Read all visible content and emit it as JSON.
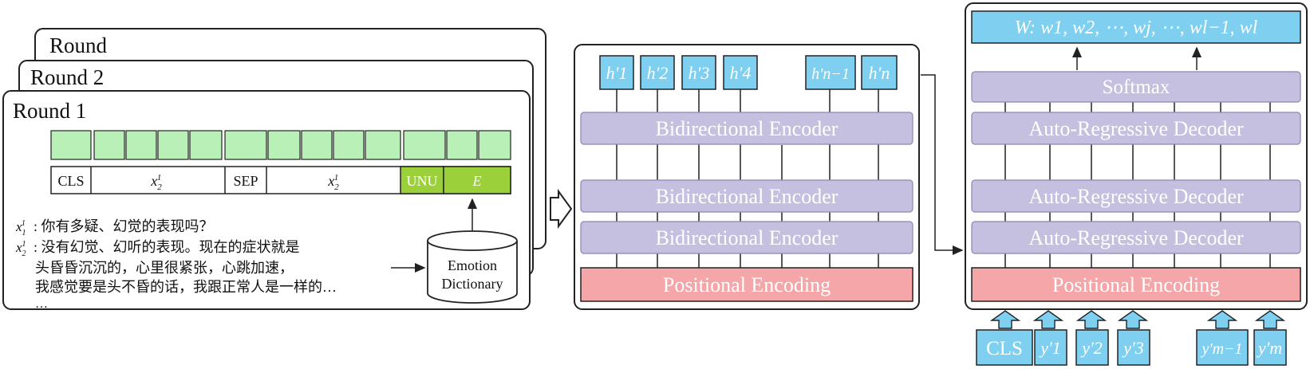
{
  "left_panel": {
    "round_back": "Round",
    "round_mid": "Round 2",
    "round_front": "Round 1",
    "token_labels": [
      "CLS",
      "x",
      "SEP",
      "x",
      "UNU",
      "E"
    ],
    "text_lines": [
      "你有多疑、幻觉的表现吗？",
      "没有幻觉、幻听的表现。现在的症状就是",
      "头昏昏沉沉的，心里很紧张，心跳加速，",
      "我感觉要是头不昏的话，我跟正常人是一样的…",
      "…"
    ],
    "dictionary_line1": "Emotion",
    "dictionary_line2": "Dictionary"
  },
  "encoder_panel": {
    "outputs": [
      "h'1",
      "h'2",
      "h'3",
      "h'4",
      "h'n−1",
      "h'n"
    ],
    "encoder_label": "Bidirectional Encoder",
    "positional_label": "Positional Encoding"
  },
  "decoder_panel": {
    "output_label": "W: w1, w2, ⋯, wj, ⋯, wl−1, wl",
    "softmax_label": "Softmax",
    "decoder_label": "Auto-Regressive Decoder",
    "positional_label": "Positional Encoding",
    "inputs": [
      "CLS",
      "y'1",
      "y'2",
      "y'3",
      "y'm−1",
      "y'm"
    ]
  },
  "colors": {
    "token_cells": "#b8f0b8",
    "highlight_token": "#9bd03a",
    "encoder_block": "#c5bfe0",
    "positional_block": "#f4a6a9",
    "blue_box": "#7fcff0"
  }
}
